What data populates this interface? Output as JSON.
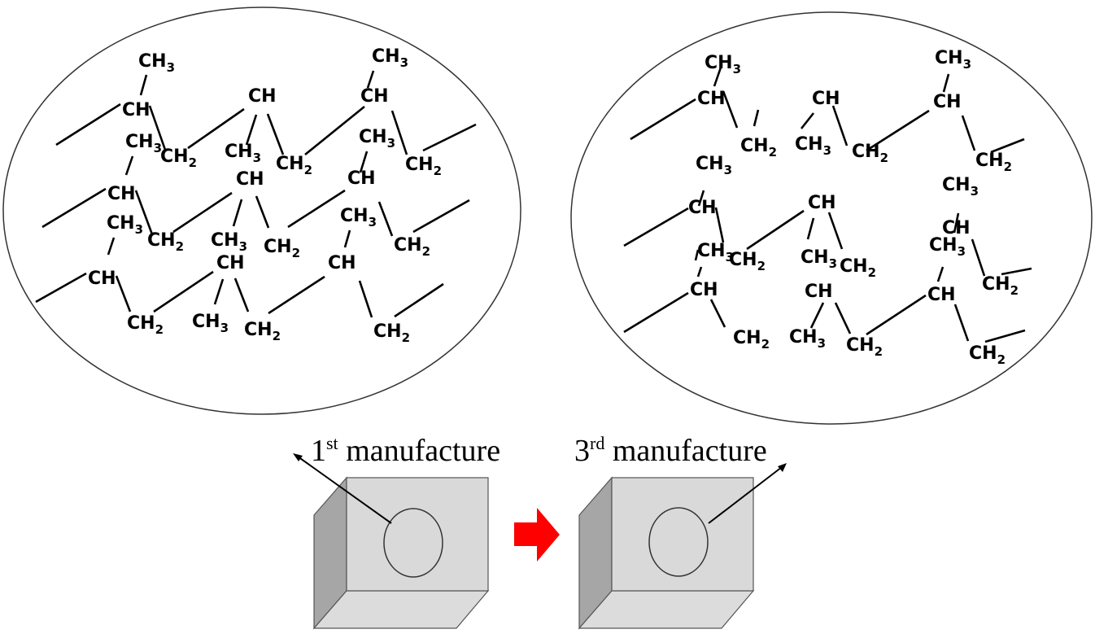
{
  "diagram": {
    "left_panel": {
      "name": "polymer-structure-1st",
      "groups": {
        "methyl": "CH",
        "methyl_sub": "3",
        "methine": "CH",
        "methylene": "CH",
        "methylene_sub": "2"
      }
    },
    "right_panel": {
      "name": "polymer-structure-3rd",
      "groups": {
        "methyl": "CH",
        "methyl_sub": "3",
        "methine": "CH",
        "methylene": "CH",
        "methylene_sub": "2"
      }
    },
    "labels": {
      "first": {
        "number": "1",
        "suffix": "st",
        "text": " manufacture"
      },
      "third": {
        "number": "3",
        "suffix": "rd",
        "text": " manufacture"
      }
    },
    "colors": {
      "arrow": "#ff0000",
      "cube_front": "#d9d9d9",
      "cube_side": "#a6a6a6",
      "cube_bottom": "#dcdcdc",
      "ink": "#000000"
    }
  }
}
